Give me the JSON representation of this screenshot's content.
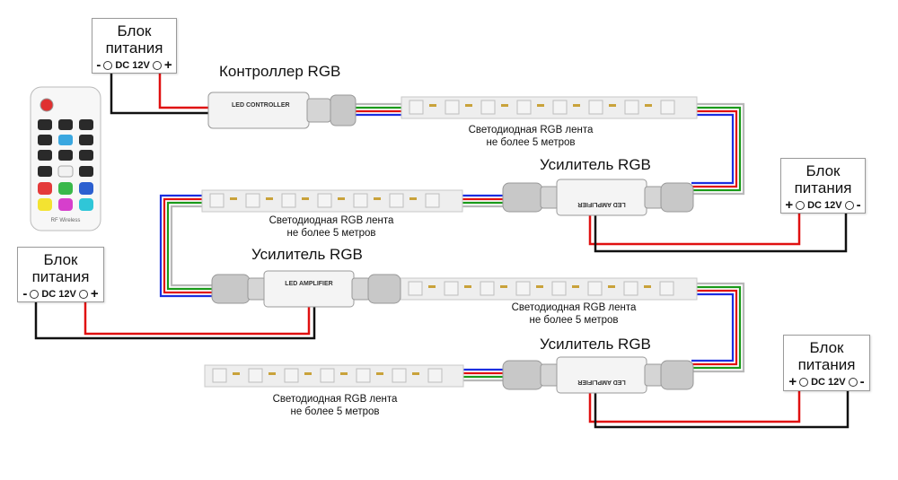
{
  "power_supplies": [
    {
      "title_line1": "Блок",
      "title_line2": "питания",
      "voltage": "DC 12V",
      "left_sign": "-",
      "right_sign": "+"
    },
    {
      "title_line1": "Блок",
      "title_line2": "питания",
      "voltage": "DC 12V",
      "left_sign": "+",
      "right_sign": "-"
    },
    {
      "title_line1": "Блок",
      "title_line2": "питания",
      "voltage": "DC 12V",
      "left_sign": "-",
      "right_sign": "+"
    },
    {
      "title_line1": "Блок",
      "title_line2": "питания",
      "voltage": "DC 12V",
      "left_sign": "+",
      "right_sign": "-"
    }
  ],
  "controller": {
    "label": "Контроллер RGB",
    "device_text": "LED CONTROLLER"
  },
  "amplifiers": [
    {
      "label": "Усилитель RGB",
      "device_text": "LED AMPLIFIER"
    },
    {
      "label": "Усилитель RGB",
      "device_text": "LED AMPLIFIER"
    },
    {
      "label": "Усилитель RGB",
      "device_text": "LED AMPLIFIER"
    }
  ],
  "strips": [
    {
      "line1": "Светодиодная RGB лента",
      "line2": "не более 5 метров"
    },
    {
      "line1": "Светодиодная RGB лента",
      "line2": "не более 5 метров"
    },
    {
      "line1": "Светодиодная RGB лента",
      "line2": "не более 5 метров"
    },
    {
      "line1": "Светодиодная RGB лента",
      "line2": "не более 5 метров"
    }
  ],
  "remote": {
    "brand": "RF Wireless"
  },
  "colors": {
    "wire_white": "#b8b8b8",
    "wire_green": "#1a9a1a",
    "wire_red": "#e01010",
    "wire_blue": "#1a2ee0",
    "wire_black": "#111111"
  }
}
